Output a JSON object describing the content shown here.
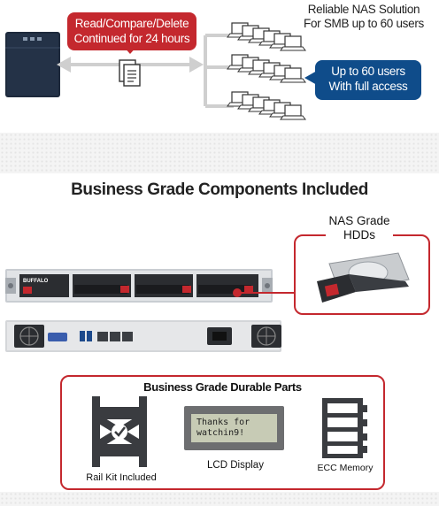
{
  "top": {
    "copy_bubble": {
      "line1": "Read/Compare/Delete",
      "line2": "Continued for 24 hours"
    },
    "nas_heading": {
      "line1": "Reliable NAS Solution",
      "line2": "For SMB up to 60 users"
    },
    "users_bubble": {
      "line1": "Up to 60 users",
      "line2": "With full access"
    }
  },
  "components": {
    "title": "Business Grade Components Included",
    "hdd_label": {
      "line1": "NAS Grade",
      "line2": "HDDs"
    },
    "durable_title": "Business Grade Durable Parts",
    "rail_kit_label": "Rail Kit Included",
    "lcd_label": "LCD Display",
    "lcd_screen": {
      "line1": "Thanks for",
      "line2": "watchin9!"
    },
    "ecc_label": "ECC Memory"
  },
  "colors": {
    "accent_red": "#c4282e",
    "accent_blue": "#0f4c8a",
    "device_navy": "#1e2a3c"
  }
}
